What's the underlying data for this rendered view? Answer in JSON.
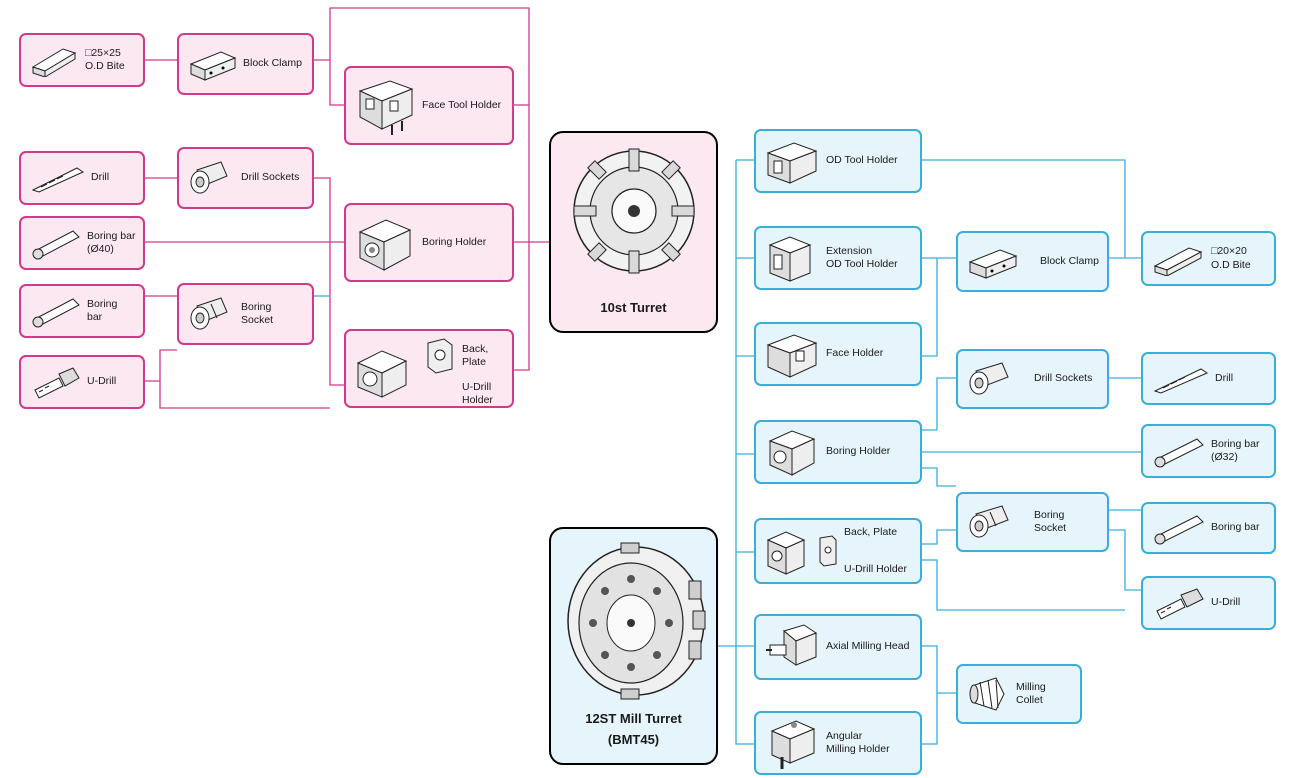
{
  "colors": {
    "group_a_border": "#cf3a8a",
    "group_a_fill": "#fce8f1",
    "group_b_border": "#3aaed9",
    "group_b_fill": "#e6f5fb"
  },
  "turrets": {
    "t10": {
      "label": "10st Turret"
    },
    "t12": {
      "label": "12ST Mill Turret\n(BMT45)"
    }
  },
  "left": {
    "od_bite": "□25×25\nO.D Bite",
    "block_clamp": "Block Clamp",
    "face_tool_holder": "Face Tool Holder",
    "drill": "Drill",
    "drill_sockets": "Drill Sockets",
    "boring_bar_40": "Boring bar\n(Ø40)",
    "boring_holder": "Boring Holder",
    "boring_bar": "Boring bar",
    "boring_socket": "Boring Socket",
    "udrill": "U-Drill",
    "back_plate": "Back, Plate",
    "udrill_holder": "U-Drill Holder"
  },
  "right": {
    "od_tool_holder": "OD Tool Holder",
    "ext_od_tool_holder": "Extension\nOD Tool Holder",
    "block_clamp": "Block Clamp",
    "od_bite": "□20×20\nO.D Bite",
    "face_holder": "Face Holder",
    "drill_sockets": "Drill Sockets",
    "drill": "Drill",
    "boring_holder": "Boring Holder",
    "boring_bar_32": "Boring bar\n(Ø32)",
    "boring_socket": "Boring Socket",
    "boring_bar": "Boring bar",
    "back_plate": "Back, Plate",
    "udrill_holder": "U-Drill Holder",
    "udrill": "U-Drill",
    "axial_milling_head": "Axial Milling Head",
    "milling_collet": "Milling Collet",
    "angular_milling_holder": "Angular\nMilling Holder"
  }
}
